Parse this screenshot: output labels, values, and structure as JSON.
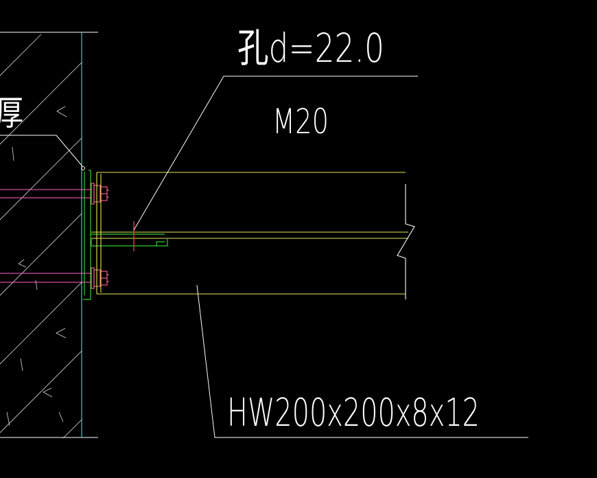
{
  "drawing": {
    "background_color": "#000000",
    "colors": {
      "leader_text": "#ffffff",
      "steel_beam": "#ffff66",
      "wall_face": "#33cccc",
      "anchor_rod": "#ff66cc",
      "bolt": "#ff3366",
      "end_plate": "#33cc33",
      "hatch": "#ffffff"
    },
    "wall_label_partial": "厚",
    "hole_label": "孔d=22.0",
    "bolt_label": "M20",
    "section_label": "HW200x200x8x12"
  }
}
